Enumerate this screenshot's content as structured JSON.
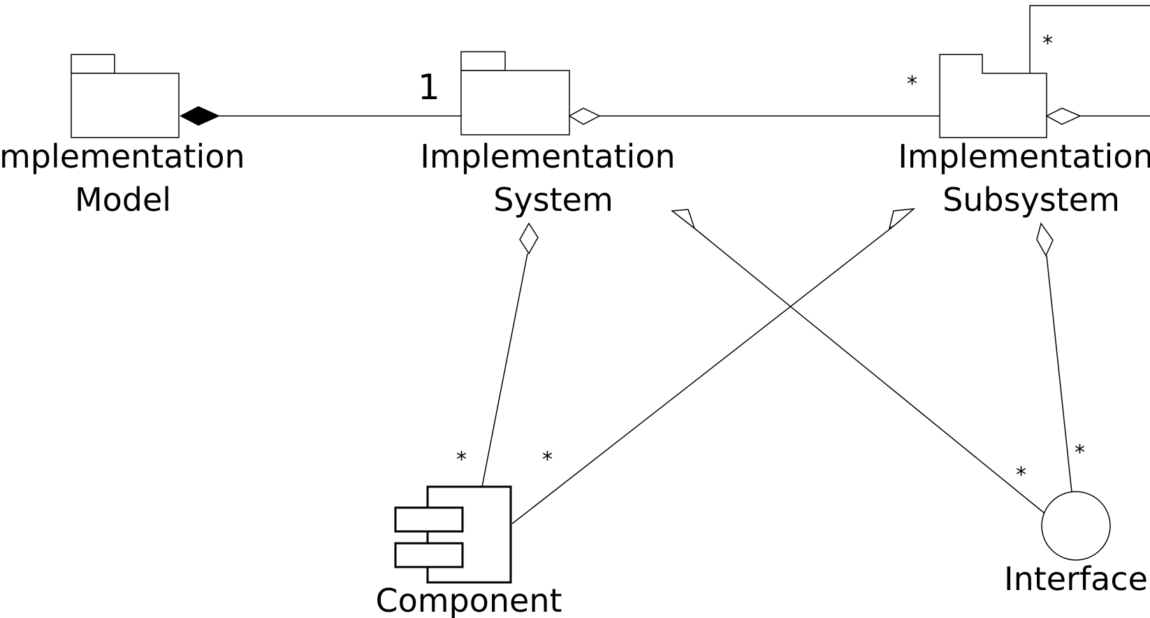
{
  "nodes": {
    "implementation_model": {
      "line1": "Implementation",
      "line2": "Model"
    },
    "implementation_system": {
      "line1": "Implementation",
      "line2": "System"
    },
    "implementation_subsystem": {
      "line1": "Implementation",
      "line2": "Subsystem"
    },
    "component": {
      "label": "Component"
    },
    "interface": {
      "label": "Interface"
    }
  },
  "multiplicities": {
    "model_system_one": "1",
    "system_subsystem_star": "*",
    "subsystem_self_star": "*",
    "system_component_star": "*",
    "subsystem_component_star": "*",
    "system_interface_star": "*",
    "subsystem_interface_star": "*"
  },
  "colors": {
    "stroke": "#000000",
    "background": "#ffffff"
  }
}
